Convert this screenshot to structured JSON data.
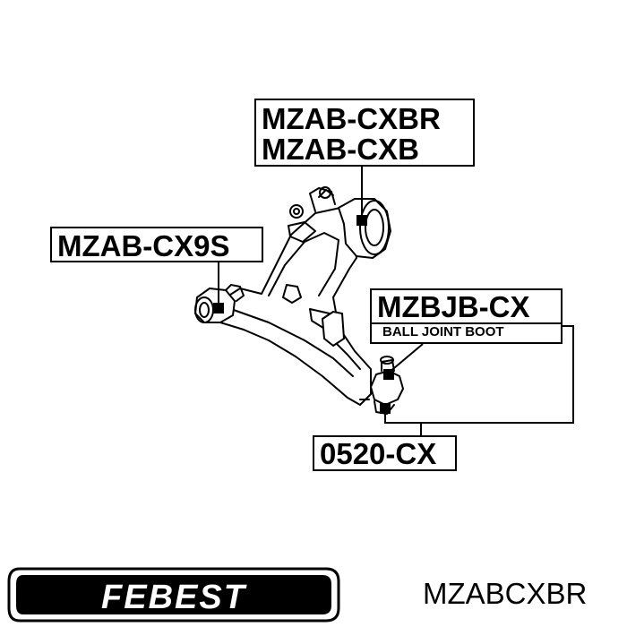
{
  "labels": {
    "top_line1": "MZAB-CXBR",
    "top_line2": "MZAB-CXB",
    "left": "MZAB-CX9S",
    "right_line1": "MZBJB-CX",
    "right_line2": "BALL JOINT BOOT",
    "bottom": "0520-CX"
  },
  "brand": {
    "logo_text": "FEBEST"
  },
  "part_code": "MZABCXBR",
  "colors": {
    "ink": "#000000",
    "background": "#ffffff"
  }
}
